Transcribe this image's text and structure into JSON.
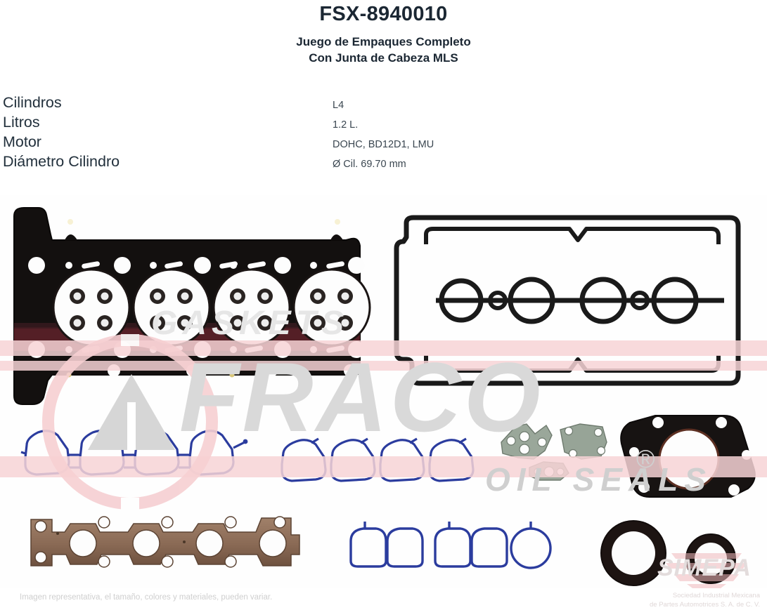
{
  "header": {
    "part_number": "FSX-8940010",
    "subtitle_line1": "Juego de Empaques Completo",
    "subtitle_line2": "Con Junta de Cabeza MLS"
  },
  "specs": {
    "labels": [
      "Cilindros",
      "Litros",
      "Motor",
      "Diámetro Cilindro"
    ],
    "values": [
      "L4",
      "1.2 L.",
      "DOHC, BD12D1, LMU",
      "Ø Cil. 69.70 mm"
    ]
  },
  "watermarks": {
    "brand": "FRACO",
    "gaskets": "GASKETS",
    "oil_seals": "OIL SEALS",
    "registered": "®",
    "simepa": "SIMEPA"
  },
  "footer": {
    "disclaimer": "Imagen representativa, el tamaño, colores y materiales, pueden variar.",
    "company_line1": "Sociedad Industrial Mexicana",
    "company_line2": "de Partes Automotrices S. A. de C. V."
  },
  "parts": {
    "head_gasket": "head-gasket-mls",
    "valve_cover_gasket": "valve-cover-gasket",
    "intake_manifold_gaskets_linked": "intake-manifold-gasket-linked",
    "intake_manifold_gaskets_single": "intake-manifold-gasket-single",
    "exhaust_manifold_gasket": "exhaust-manifold-gasket",
    "small_flange_gaskets": "small-flange-gaskets",
    "rear_main_housing_gasket": "rear-main-seal-housing-gasket",
    "throttle_body_gaskets": "throttle-body-gaskets",
    "oil_seals": "crankshaft-oil-seals"
  },
  "colors": {
    "text_dark": "#1b2733",
    "text_value": "#3a4650",
    "band_pink": "#f7d4d6",
    "watermark_gray": "#d9d9d9",
    "gasket_blue": "#2b3c9e",
    "gasket_copper": "#8a6a55",
    "gasket_black": "#15100f",
    "metal_gray": "#9aa79a"
  }
}
